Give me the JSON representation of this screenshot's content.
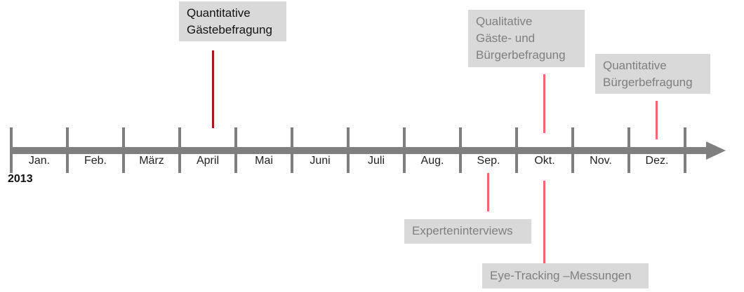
{
  "timeline": {
    "year": "2013",
    "months": [
      "Jan.",
      "Feb.",
      "März",
      "April",
      "Mai",
      "Juni",
      "Juli",
      "Aug.",
      "Sep.",
      "Okt.",
      "Nov.",
      "Dez."
    ]
  },
  "events": [
    {
      "label": "Quantitative\nGästebefragung",
      "color": "#111111",
      "line_color": "#a31a1a"
    },
    {
      "label": "Qualitative\nGäste- und\nBürgerbefragung",
      "color": "#7f7f7f",
      "line_color": "#ef6b6b"
    },
    {
      "label": "Quantitative\nBürgerbefragung",
      "color": "#7f7f7f",
      "line_color": "#ef6b6b"
    },
    {
      "label": "Experteninterviews",
      "color": "#7f7f7f",
      "line_color": "#ef6b6b"
    },
    {
      "label": "Eye-Tracking –Messungen",
      "color": "#7f7f7f",
      "line_color": "#ef6b6b"
    }
  ]
}
